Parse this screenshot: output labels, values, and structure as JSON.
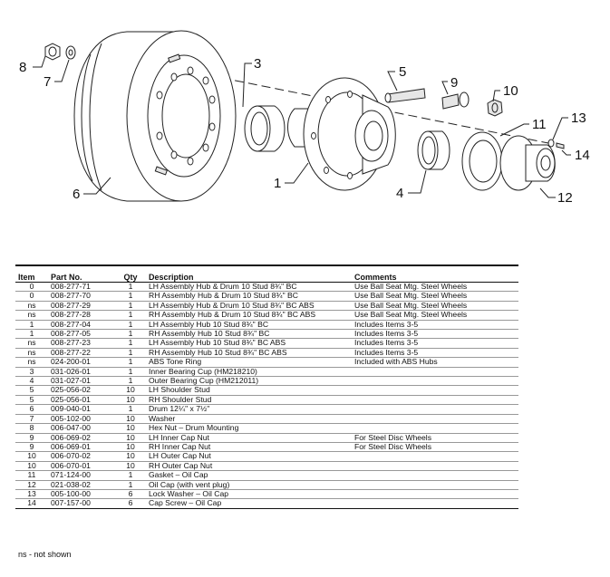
{
  "diagram": {
    "callouts": [
      "8",
      "7",
      "6",
      "3",
      "1",
      "5",
      "9",
      "10",
      "11",
      "13",
      "14",
      "4",
      "12"
    ]
  },
  "table": {
    "headers": {
      "item": "Item",
      "part_no": "Part No.",
      "qty": "Qty",
      "description": "Description",
      "comments": "Comments"
    },
    "rows": [
      {
        "item": "0",
        "part_no": "008-277-71",
        "qty": "1",
        "description": "LH Assembly Hub & Drum 10 Stud 8¾\" BC",
        "comments": "Use Ball Seat Mtg. Steel Wheels"
      },
      {
        "item": "0",
        "part_no": "008-277-70",
        "qty": "1",
        "description": "RH Assembly Hub & Drum 10 Stud 8¾\" BC",
        "comments": "Use Ball Seat Mtg. Steel Wheels"
      },
      {
        "item": "ns",
        "part_no": "008-277-29",
        "qty": "1",
        "description": "LH Assembly Hub & Drum 10 Stud 8¾\" BC ABS",
        "comments": "Use Ball Seat Mtg. Steel Wheels"
      },
      {
        "item": "ns",
        "part_no": "008-277-28",
        "qty": "1",
        "description": "RH Assembly Hub & Drum 10 Stud 8¾\" BC ABS",
        "comments": "Use Ball Seat Mtg. Steel Wheels"
      },
      {
        "item": "1",
        "part_no": "008-277-04",
        "qty": "1",
        "description": "LH Assembly Hub 10 Stud 8¾\" BC",
        "comments": "Includes Items 3-5"
      },
      {
        "item": "1",
        "part_no": "008-277-05",
        "qty": "1",
        "description": "RH Assembly Hub 10 Stud 8¾\" BC",
        "comments": "Includes Items 3-5"
      },
      {
        "item": "ns",
        "part_no": "008-277-23",
        "qty": "1",
        "description": "LH Assembly Hub 10 Stud 8¾\" BC ABS",
        "comments": "Includes Items 3-5"
      },
      {
        "item": "ns",
        "part_no": "008-277-22",
        "qty": "1",
        "description": "RH Assembly Hub 10 Stud 8¾\" BC ABS",
        "comments": "Includes Items 3-5"
      },
      {
        "item": "ns",
        "part_no": "024-200-01",
        "qty": "1",
        "description": "ABS Tone Ring",
        "comments": "Included with ABS Hubs"
      },
      {
        "item": "3",
        "part_no": "031-026-01",
        "qty": "1",
        "description": "Inner Bearing Cup (HM218210)",
        "comments": ""
      },
      {
        "item": "4",
        "part_no": "031-027-01",
        "qty": "1",
        "description": "Outer Bearing Cup (HM212011)",
        "comments": ""
      },
      {
        "item": "5",
        "part_no": "025-056-02",
        "qty": "10",
        "description": "LH Shoulder Stud",
        "comments": ""
      },
      {
        "item": "5",
        "part_no": "025-056-01",
        "qty": "10",
        "description": "RH Shoulder Stud",
        "comments": ""
      },
      {
        "item": "6",
        "part_no": "009-040-01",
        "qty": "1",
        "description": "Drum 12¼\" x 7½\"",
        "comments": ""
      },
      {
        "item": "7",
        "part_no": "005-102-00",
        "qty": "10",
        "description": "Washer",
        "comments": ""
      },
      {
        "item": "8",
        "part_no": "006-047-00",
        "qty": "10",
        "description": "Hex Nut – Drum Mounting",
        "comments": ""
      },
      {
        "item": "9",
        "part_no": "006-069-02",
        "qty": "10",
        "description": "LH Inner Cap Nut",
        "comments": "For Steel Disc Wheels"
      },
      {
        "item": "9",
        "part_no": "006-069-01",
        "qty": "10",
        "description": "RH Inner Cap Nut",
        "comments": "For Steel Disc Wheels"
      },
      {
        "item": "10",
        "part_no": "006-070-02",
        "qty": "10",
        "description": "LH Outer Cap Nut",
        "comments": ""
      },
      {
        "item": "10",
        "part_no": "006-070-01",
        "qty": "10",
        "description": "RH Outer Cap Nut",
        "comments": ""
      },
      {
        "item": "11",
        "part_no": "071-124-00",
        "qty": "1",
        "description": "Gasket – Oil Cap",
        "comments": ""
      },
      {
        "item": "12",
        "part_no": "021-038-02",
        "qty": "1",
        "description": "Oil Cap (with vent plug)",
        "comments": ""
      },
      {
        "item": "13",
        "part_no": "005-100-00",
        "qty": "6",
        "description": "Lock Washer – Oil Cap",
        "comments": ""
      },
      {
        "item": "14",
        "part_no": "007-157-00",
        "qty": "6",
        "description": "Cap Screw – Oil Cap",
        "comments": ""
      }
    ],
    "footnote": "ns - not shown"
  }
}
